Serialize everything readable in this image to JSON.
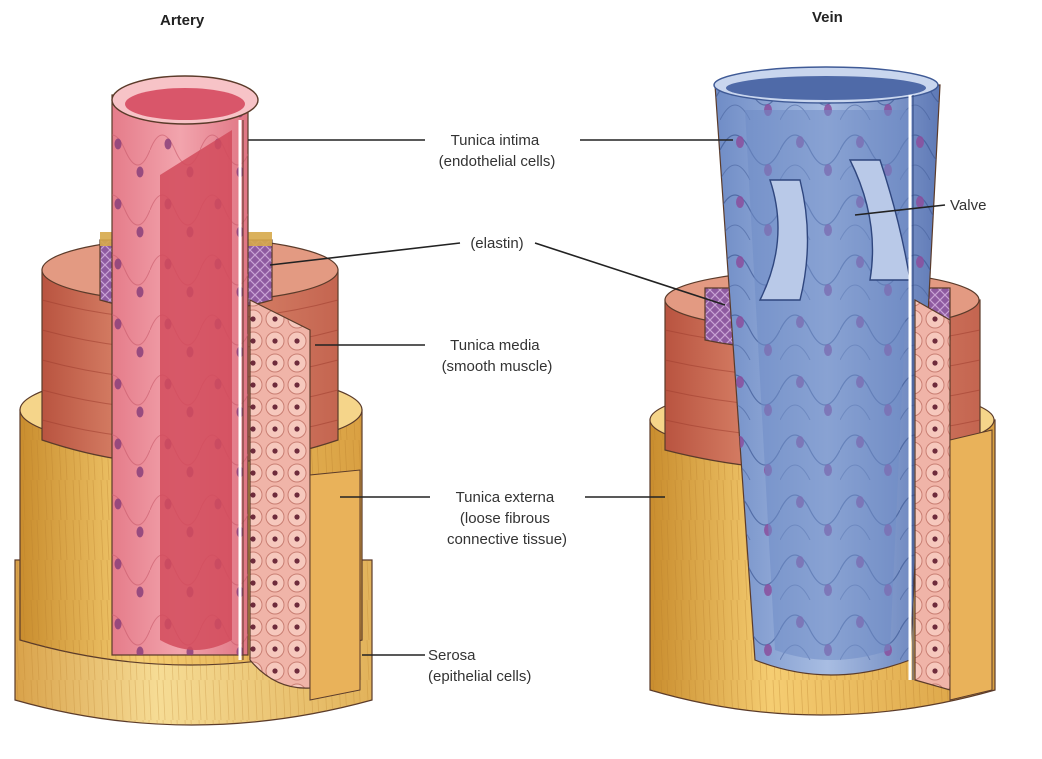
{
  "titles": {
    "artery": "Artery",
    "vein": "Vein"
  },
  "labels": {
    "tunica_intima": [
      "Tunica intima",
      "(endothelial cells)"
    ],
    "elastin": [
      "(elastin)"
    ],
    "tunica_media": [
      "Tunica media",
      "(smooth muscle)"
    ],
    "tunica_externa": [
      "Tunica externa",
      "(loose fibrous",
      "connective tissue)"
    ],
    "serosa": [
      "Serosa",
      "(epithelial cells)"
    ],
    "valve": [
      "Valve"
    ]
  },
  "colors": {
    "intima_artery": "#e98a96",
    "intima_artery_dark": "#d24b5c",
    "intima_vein": "#8ea7d3",
    "intima_vein_dark": "#4f6aa8",
    "media": "#d77c62",
    "media_dark": "#b95440",
    "elastin": "#8e5aa0",
    "externa": "#f0c061",
    "externa_dark": "#c98d2e",
    "serosa": "#f4d487",
    "nucleus": "#7d3b7a"
  }
}
